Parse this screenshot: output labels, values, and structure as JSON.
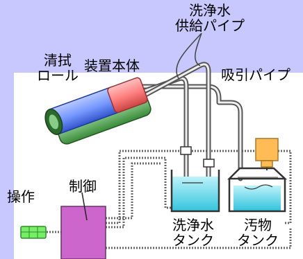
{
  "labels": {
    "supply_pipe": [
      "洗浄水",
      "供給パイプ"
    ],
    "cleaning_roll": [
      "清拭",
      "ロール"
    ],
    "device_body": "装置本体",
    "suction_pipe": "吸引パイプ",
    "control": "制御",
    "operation": "操作",
    "clean_tank": [
      "洗浄水",
      "タンク"
    ],
    "dirty_tank": [
      "汚物",
      "タンク"
    ]
  },
  "colors": {
    "background": "#c8c8ff",
    "panel": "#ffffff",
    "roll_blue": "#7799ff",
    "body_red": "#ff8080",
    "roll_green": "#5cb85c",
    "control_box": "#cc66cc",
    "operation_button": "#77ee66",
    "water": "#66ddee",
    "pump": "#ffbb55",
    "pipe": "#555555"
  }
}
